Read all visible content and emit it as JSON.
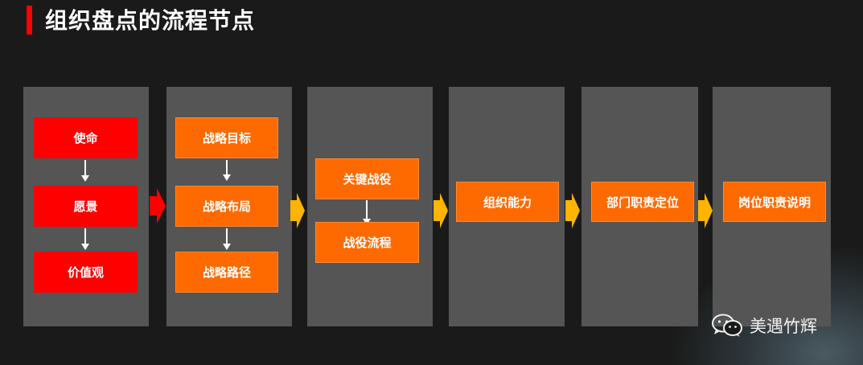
{
  "title": "组织盘点的流程节点",
  "columns": [
    {
      "nodes": [
        "使命",
        "愿景",
        "价值观"
      ],
      "color": "red"
    },
    {
      "nodes": [
        "战略目标",
        "战略布局",
        "战略路径"
      ],
      "color": "orange"
    },
    {
      "nodes": [
        "关键战役",
        "战役流程"
      ],
      "color": "orange"
    },
    {
      "nodes": [
        "组织能力"
      ],
      "color": "orange"
    },
    {
      "nodes": [
        "部门职责定位"
      ],
      "color": "orange"
    },
    {
      "nodes": [
        "岗位职责说明"
      ],
      "color": "orange"
    }
  ],
  "colors": {
    "accent_red": "#ff0000",
    "node_orange": "#ff6a00",
    "arrow_yellow": "#ffb400",
    "panel_gray": "#555555",
    "background": "#1a1a1a"
  },
  "watermark": {
    "icon": "wechat-icon",
    "text": "美遇竹辉"
  }
}
